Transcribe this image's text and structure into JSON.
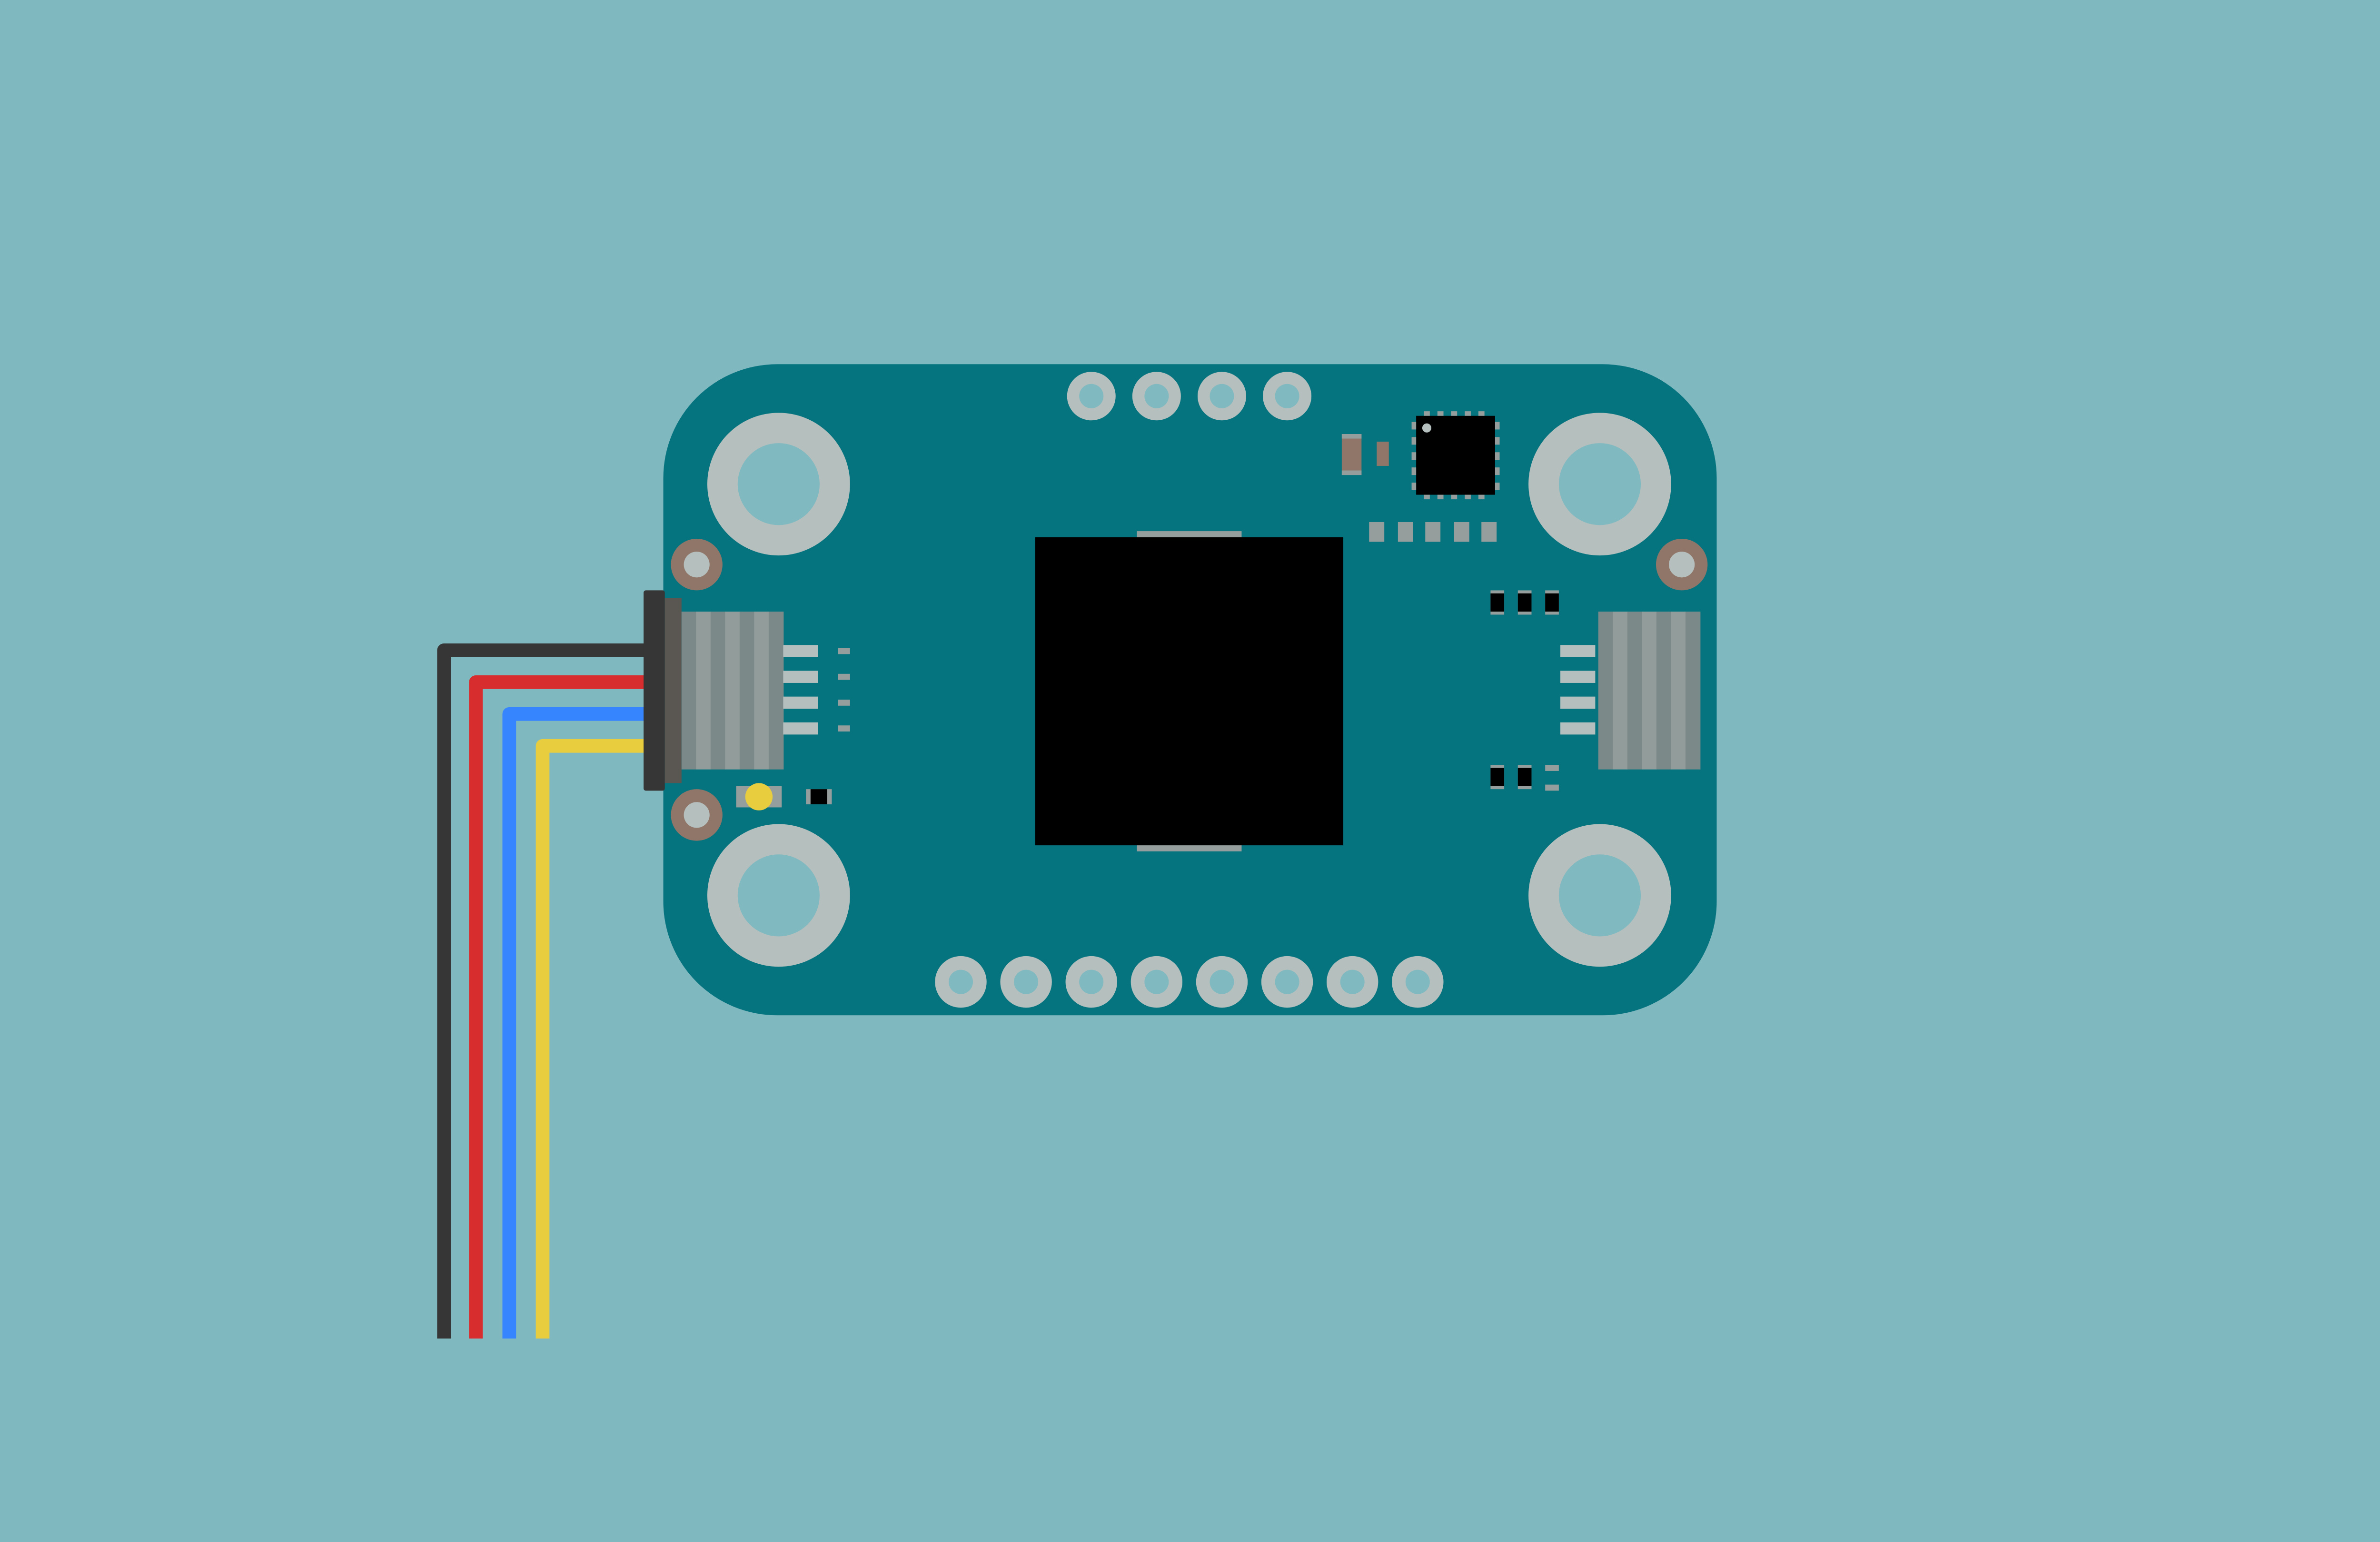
{
  "colors": {
    "background": "#80b8c0",
    "board": "#06747f",
    "hole_ring": "#b5bfbe",
    "hole_center": "#80b9c0",
    "screw": "#8f7668",
    "chip": "#000000",
    "chip_tab": "#959e9c",
    "connector_dark": "#353635",
    "connector_stripe_light": "#929c9a",
    "connector_stripe_dark": "#7b8a89",
    "pin": "#b5bfbe",
    "capacitor": "#8f7668",
    "led": "#e8cd3f",
    "wire_black": "#353635",
    "wire_red": "#d72d2e",
    "wire_blue": "#3784ff",
    "wire_yellow": "#e8cd3f"
  },
  "icons": [
    "pcb-board",
    "connector-cable",
    "processor-chip",
    "led-indicator"
  ]
}
